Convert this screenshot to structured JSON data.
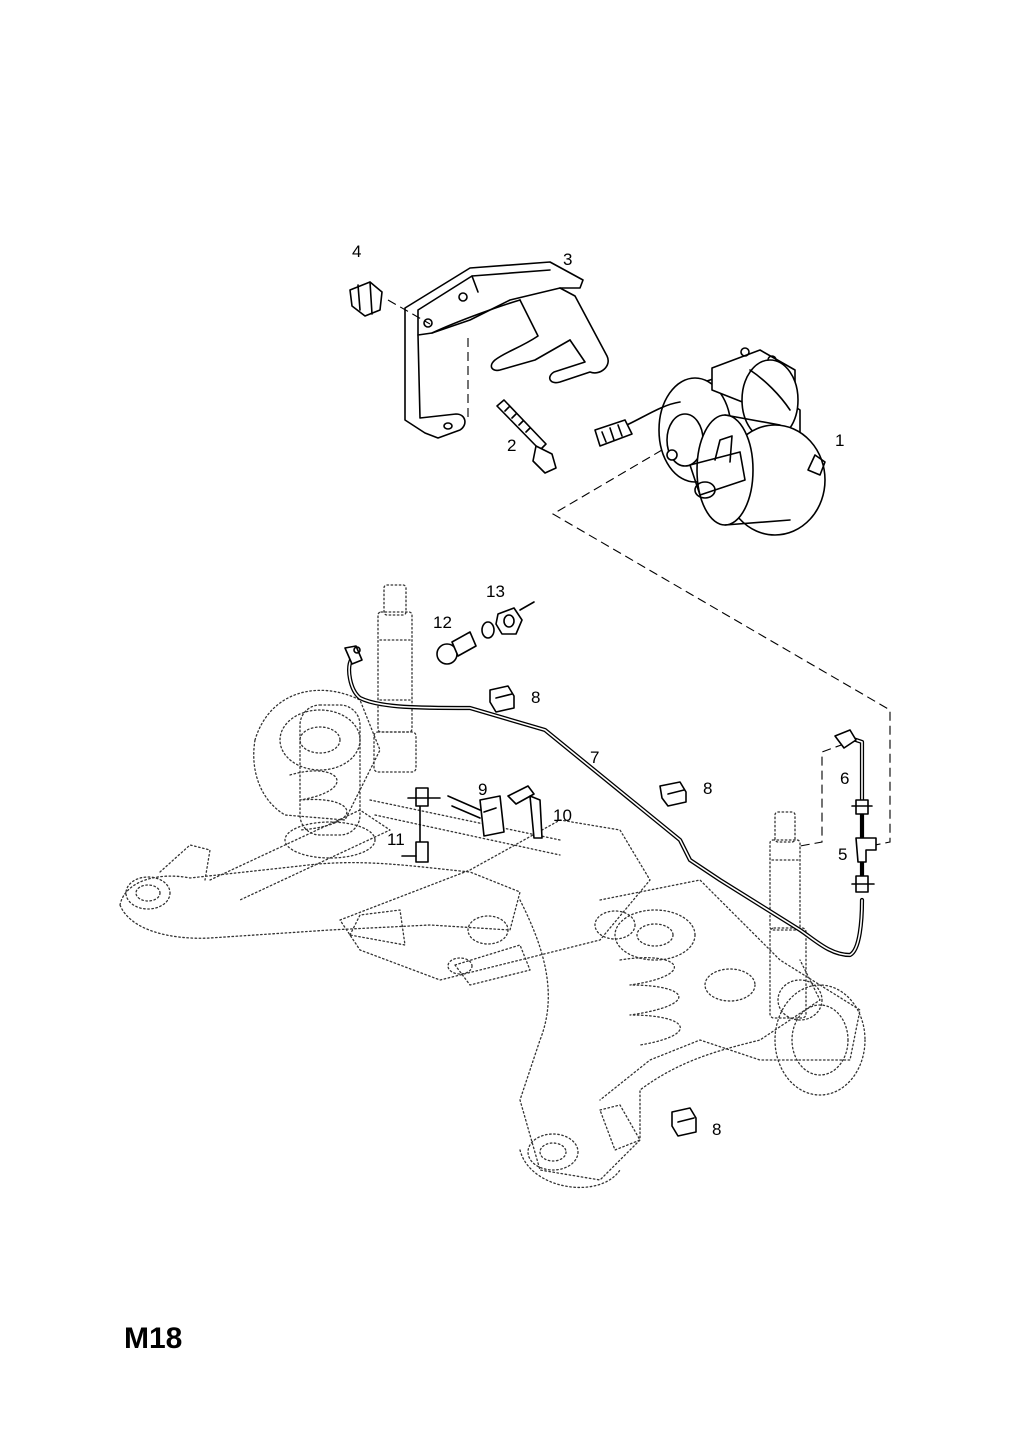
{
  "sheet": {
    "code": "M18"
  },
  "callouts": [
    {
      "id": "1",
      "label": "1"
    },
    {
      "id": "2",
      "label": "2"
    },
    {
      "id": "3",
      "label": "3"
    },
    {
      "id": "4",
      "label": "4"
    },
    {
      "id": "5",
      "label": "5"
    },
    {
      "id": "6",
      "label": "6"
    },
    {
      "id": "7",
      "label": "7"
    },
    {
      "id": "8a",
      "label": "8"
    },
    {
      "id": "8b",
      "label": "8"
    },
    {
      "id": "8c",
      "label": "8"
    },
    {
      "id": "9",
      "label": "9"
    },
    {
      "id": "10",
      "label": "10"
    },
    {
      "id": "11",
      "label": "11"
    },
    {
      "id": "12",
      "label": "12"
    },
    {
      "id": "13",
      "label": "13"
    }
  ]
}
